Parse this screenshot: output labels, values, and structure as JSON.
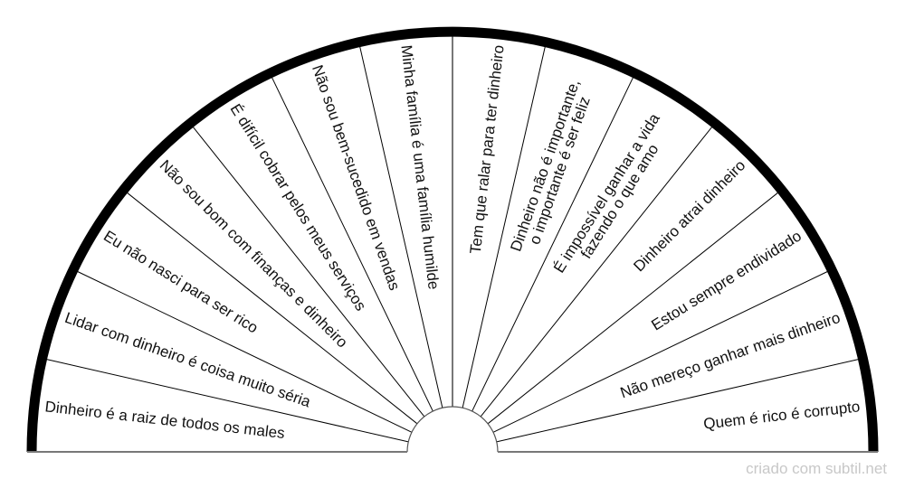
{
  "chart_data": {
    "type": "pendulum-semicircle",
    "segment_count": 14,
    "segments": [
      {
        "lines": [
          "Dinheiro é a raiz de todos os males"
        ]
      },
      {
        "lines": [
          "Lidar com dinheiro é coisa muito séria"
        ]
      },
      {
        "lines": [
          "Eu não nasci para ser rico"
        ]
      },
      {
        "lines": [
          "Não sou bom com finanças e dinheiro"
        ]
      },
      {
        "lines": [
          "É difícil cobrar pelos meus serviços"
        ]
      },
      {
        "lines": [
          "Não sou bem-sucedido em vendas"
        ]
      },
      {
        "lines": [
          "Minha família é uma família humilde"
        ]
      },
      {
        "lines": [
          "Tem que ralar para ter dinheiro"
        ]
      },
      {
        "lines": [
          "Dinheiro não é importante,",
          "o importante é ser feliz"
        ]
      },
      {
        "lines": [
          "É impossível ganhar a vida",
          "fazendo o que amo"
        ]
      },
      {
        "lines": [
          "Dinheiro atrai dinheiro"
        ]
      },
      {
        "lines": [
          "Estou sempre endividado"
        ]
      },
      {
        "lines": [
          "Não mereço ganhar mais dinheiro"
        ]
      },
      {
        "lines": [
          "Quem é rico é corrupto"
        ]
      }
    ],
    "colors": {
      "outer_band": "#000000",
      "divider": "#000000",
      "baseline": "#777777",
      "fill": "#ffffff"
    }
  },
  "footer": {
    "credit": "criado com subtil.net"
  }
}
